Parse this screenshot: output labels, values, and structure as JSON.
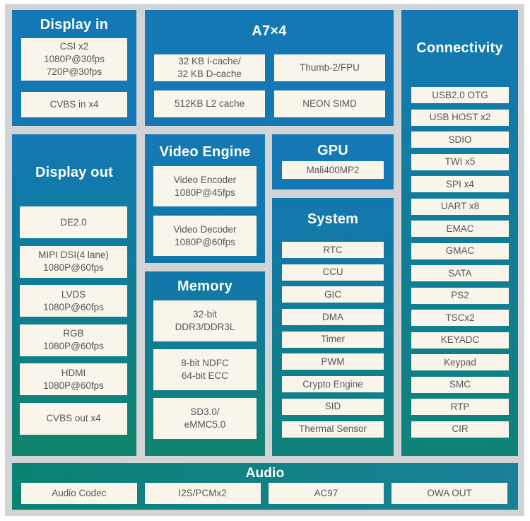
{
  "colors": {
    "block_blue": "#1478b4",
    "block_teal": "#0f8277",
    "block_green": "#12846b",
    "audio_green": "#0a8373",
    "audio_blue": "#1a7f98",
    "panel_gray": "#d2d3d4",
    "box_cream": "#faf5eb",
    "box_text": "#55565a",
    "title_white": "#ffffff"
  },
  "blocks": {
    "display_in": {
      "title": "Display in",
      "items": [
        "CSI x2\n1080P@30fps\n720P@30fps",
        "CVBS in x4"
      ]
    },
    "a7": {
      "title": "A7×4",
      "items": [
        "32 KB I-cache/\n32 KB D-cache",
        "Thumb-2/FPU",
        "512KB L2 cache",
        "NEON SIMD"
      ]
    },
    "connectivity": {
      "title": "Connectivity",
      "items": [
        "USB2.0 OTG",
        "USB HOST x2",
        "SDIO",
        "TWI x5",
        "SPI x4",
        "UART x8",
        "EMAC",
        "GMAC",
        "SATA",
        "PS2",
        "TSCx2",
        "KEYADC",
        "Keypad",
        "SMC",
        "RTP",
        "CIR"
      ]
    },
    "display_out": {
      "title": "Display out",
      "items": [
        "DE2.0",
        "MIPI DSI(4 lane)\n1080P@60fps",
        "LVDS\n1080P@60fps",
        "RGB\n1080P@60fps",
        "HDMI\n1080P@60fps",
        "CVBS out x4"
      ]
    },
    "video_engine": {
      "title": "Video Engine",
      "items": [
        "Video Encoder\n1080P@45fps",
        "Video Decoder\n1080P@60fps"
      ]
    },
    "memory": {
      "title": "Memory",
      "items": [
        "32-bit\nDDR3/DDR3L",
        "8-bit NDFC\n64-bit ECC",
        "SD3.0/\neMMC5.0"
      ]
    },
    "gpu": {
      "title": "GPU",
      "items": [
        "Mali400MP2"
      ]
    },
    "system": {
      "title": "System",
      "items": [
        "RTC",
        "CCU",
        "GIC",
        "DMA",
        "Timer",
        "PWM",
        "Crypto Engine",
        "SID",
        "Thermal Sensor"
      ]
    },
    "audio": {
      "title": "Audio",
      "items": [
        "Audio Codec",
        "I2S/PCMx2",
        "AC97",
        "OWA OUT"
      ]
    }
  }
}
